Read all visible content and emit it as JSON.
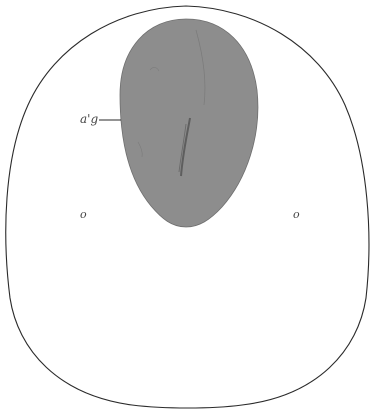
{
  "figure": {
    "labels": {
      "area_germinativa": "a'g",
      "left_mark": "o",
      "right_mark": "o"
    },
    "colors": {
      "background": "#ffffff",
      "outline": "#2a2a2a",
      "shield_fill": "#8d8d8d",
      "streak": "#5e5e5e",
      "label_text": "#444444"
    }
  }
}
